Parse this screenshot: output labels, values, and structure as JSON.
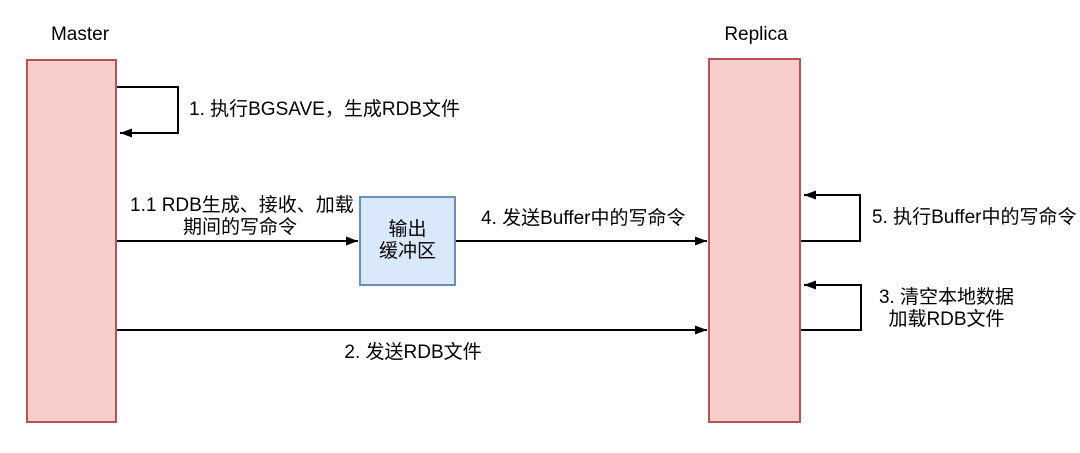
{
  "actors": {
    "master": {
      "label": "Master"
    },
    "replica": {
      "label": "Replica"
    }
  },
  "buffer_box": {
    "line1": "输出",
    "line2": "缓冲区"
  },
  "messages": {
    "m1": {
      "label": "1. 执行BGSAVE，生成RDB文件"
    },
    "m1_1": {
      "line1": "1.1 RDB生成、接收、加载",
      "line2": "期间的写命令"
    },
    "m2": {
      "label": "2. 发送RDB文件"
    },
    "m3": {
      "line1": "3. 清空本地数据",
      "line2": "加载RDB文件"
    },
    "m4": {
      "label": "4. 发送Buffer中的写命令"
    },
    "m5": {
      "label": "5. 执行Buffer中的写命令"
    }
  },
  "colors": {
    "lifeline_fill": "#f8cecc",
    "lifeline_border": "#b85450",
    "buffer_fill": "#dae8fc",
    "buffer_border": "#6c8ebf",
    "line_color": "#000000",
    "text_color": "#000000",
    "background": "#ffffff"
  }
}
